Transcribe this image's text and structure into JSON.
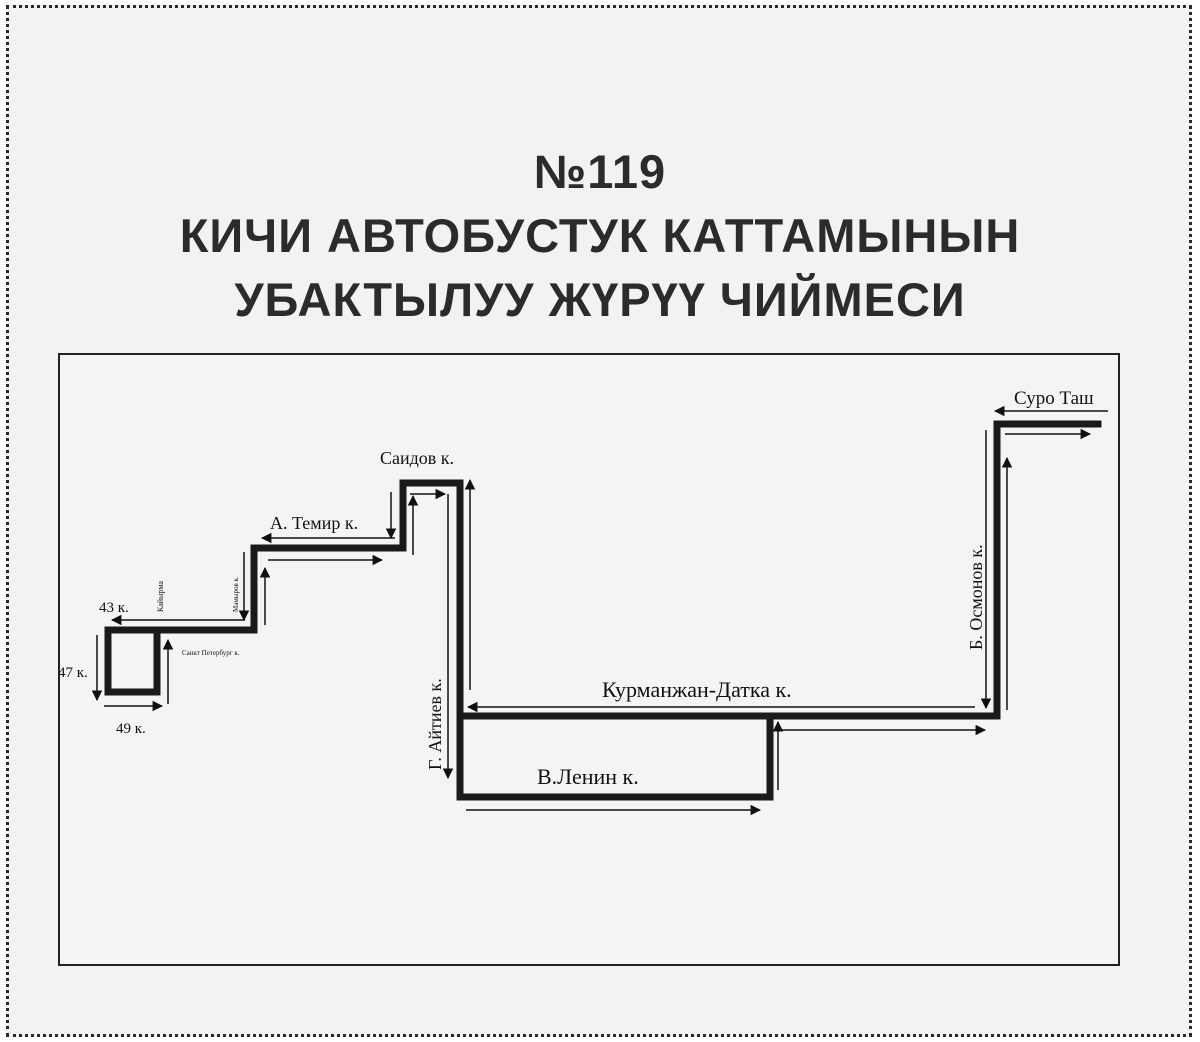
{
  "title": {
    "number": "№119",
    "line1": "КИЧИ АВТОБУСТУК КАТТАМЫНЫН",
    "line2": "УБАКТЫЛУУ ЖҮРҮҮ ЧИЙМЕСИ"
  },
  "map": {
    "streets": {
      "suro_tash": "Суро Таш",
      "saidov": "Саидов к.",
      "a_temir": "А. Темир к.",
      "kaiyrma": "Кайырма",
      "mamyrov": "Мамыров к.",
      "st43": "43 к.",
      "st47": "47 к.",
      "st49": "49 к.",
      "sankt_peterburg": "Санкт Петербург к.",
      "aitiev": "Г. Айтиев к.",
      "osmonov": "Б. Осмонов к.",
      "kurmanjan": "Курманжан-Датка к.",
      "lenin": "В.Ленин к."
    },
    "colors": {
      "route": "#1a1a1a",
      "background": "#f4f4f4"
    }
  }
}
